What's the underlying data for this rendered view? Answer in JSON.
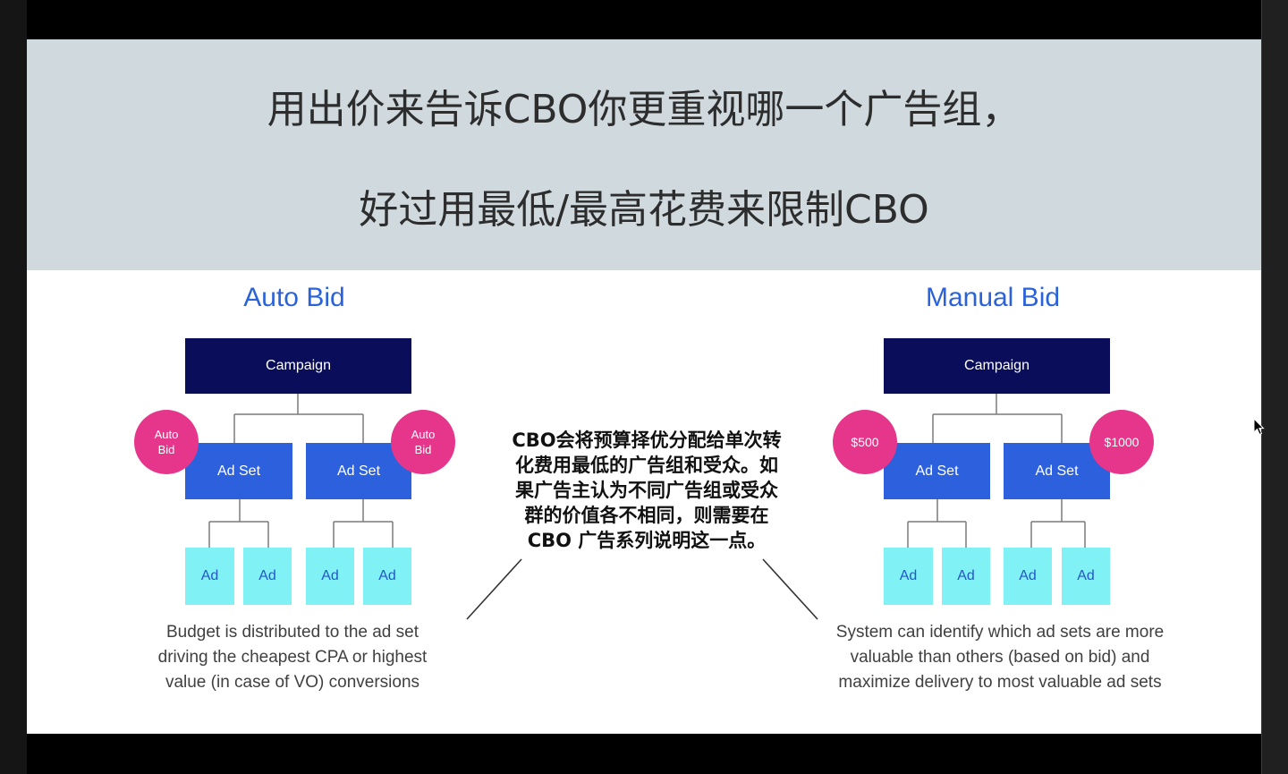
{
  "slide": {
    "title_lines": [
      "用出价来告诉CBO你更重视哪一个广告组，",
      "好过用最低/最高花费来限制CBO"
    ],
    "center_note_lines": [
      "CBO会将预算择优分配给单次转",
      "化费用最低的广告组和受众。如",
      "果广告主认为不同广告组或受众",
      "群的价值各不相同，则需要在",
      "CBO 广告系列说明这一点。"
    ]
  },
  "auto_bid": {
    "heading": "Auto Bid",
    "campaign": "Campaign",
    "ad_sets": [
      {
        "label": "Ad Set",
        "badge_lines": [
          "Auto",
          "Bid"
        ],
        "ads": [
          "Ad",
          "Ad"
        ]
      },
      {
        "label": "Ad Set",
        "badge_lines": [
          "Auto",
          "Bid"
        ],
        "ads": [
          "Ad",
          "Ad"
        ]
      }
    ],
    "caption_lines": [
      "Budget is distributed to the ad set",
      "driving the cheapest CPA or highest",
      "value (in case of VO) conversions"
    ]
  },
  "manual_bid": {
    "heading": "Manual Bid",
    "campaign": "Campaign",
    "ad_sets": [
      {
        "label": "Ad Set",
        "badge_lines": [
          "$500"
        ],
        "ads": [
          "Ad",
          "Ad"
        ]
      },
      {
        "label": "Ad Set",
        "badge_lines": [
          "$1000"
        ],
        "ads": [
          "Ad",
          "Ad"
        ]
      }
    ],
    "caption_lines": [
      "System can identify which ad sets are more",
      "valuable than others (based on bid) and",
      "maximize delivery to most valuable ad sets"
    ]
  },
  "colors": {
    "header-bg": "#cfd9de",
    "heading-blue": "#2a62d9",
    "campaign-navy": "#0a0e5a",
    "adset-blue": "#2c60dc",
    "ad-cyan": "#80f2f6",
    "ad-text": "#2456c8",
    "badge-pink": "#e5368b"
  },
  "icons": {
    "cursor": "mouse-cursor-icon"
  }
}
